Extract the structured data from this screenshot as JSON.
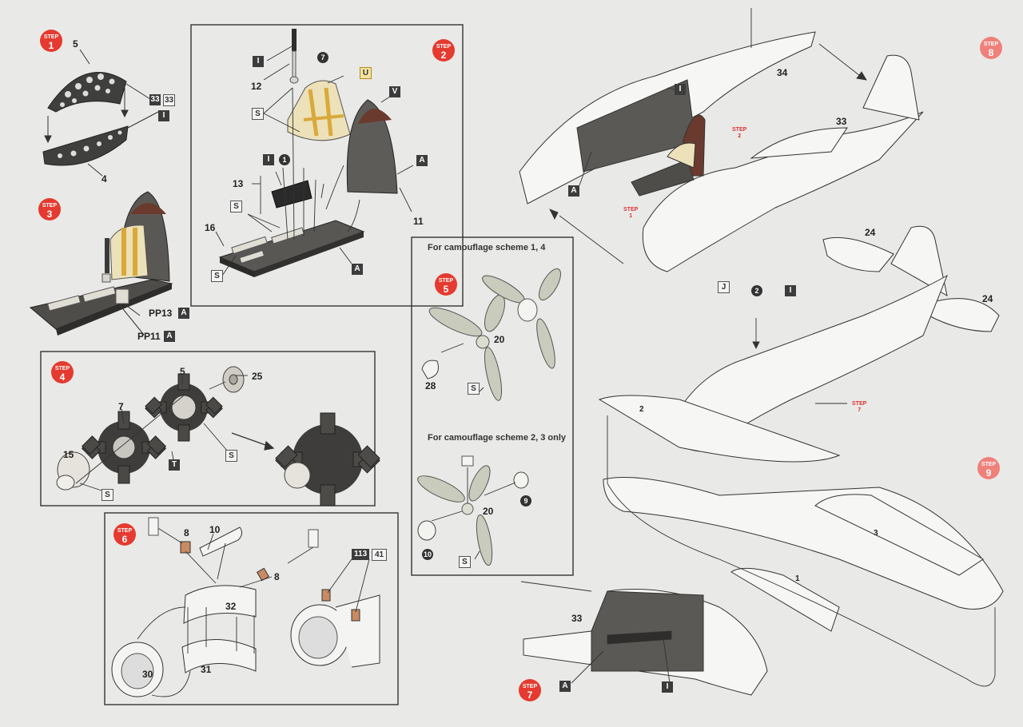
{
  "steps": {
    "s1": {
      "label": "STEP",
      "number": "1"
    },
    "s2": {
      "label": "STEP",
      "number": "2"
    },
    "s3": {
      "label": "STEP",
      "number": "3"
    },
    "s4": {
      "label": "STEP",
      "number": "4"
    },
    "s5": {
      "label": "STEP",
      "number": "5"
    },
    "s6": {
      "label": "STEP",
      "number": "6"
    },
    "s7": {
      "label": "STEP",
      "number": "7"
    },
    "s8": {
      "label": "STEP",
      "number": "8"
    },
    "s9": {
      "label": "STEP",
      "number": "9"
    }
  },
  "headings": {
    "scheme_a": "For camouflage scheme 1, 4",
    "scheme_b": "For camouflage scheme 2, 3 only"
  },
  "parts": {
    "p1": "1",
    "p2": "2",
    "p3": "3",
    "p4": "4",
    "p5": "5",
    "p5b": "5",
    "p7": "7",
    "p8": "8",
    "p8b": "8",
    "p10": "10",
    "p11": "11",
    "p12": "12",
    "p13": "13",
    "p15": "15",
    "p16": "16",
    "p20": "20",
    "p20b": "20",
    "p24": "24",
    "p24b": "24",
    "p25": "25",
    "p28": "28",
    "p30": "30",
    "p31": "31",
    "p32": "32",
    "p33": "33",
    "p33b": "33",
    "p34": "34",
    "pp11": "PP11",
    "pp13": "PP13"
  },
  "paint_codes": {
    "I": "I",
    "S": "S",
    "A": "A",
    "T": "T",
    "U": "U",
    "V": "V",
    "J": "J",
    "c33": "33",
    "c113": "113",
    "c41": "41"
  },
  "circled": {
    "c1": "1",
    "c2": "2",
    "c7": "7",
    "c9": "9",
    "c10": "10"
  },
  "step_refs": {
    "step": "STEP",
    "n1": "1",
    "n2": "2",
    "n7": "7"
  },
  "colors": {
    "step_badge": "#e53a2f",
    "dark_chip": "#3c3c3c",
    "cockpit_grey": "#5d5b58",
    "armor_brown": "#6b3a2e",
    "seat_tan": "#e8d9a8",
    "belt_yellow": "#d9a93a"
  }
}
